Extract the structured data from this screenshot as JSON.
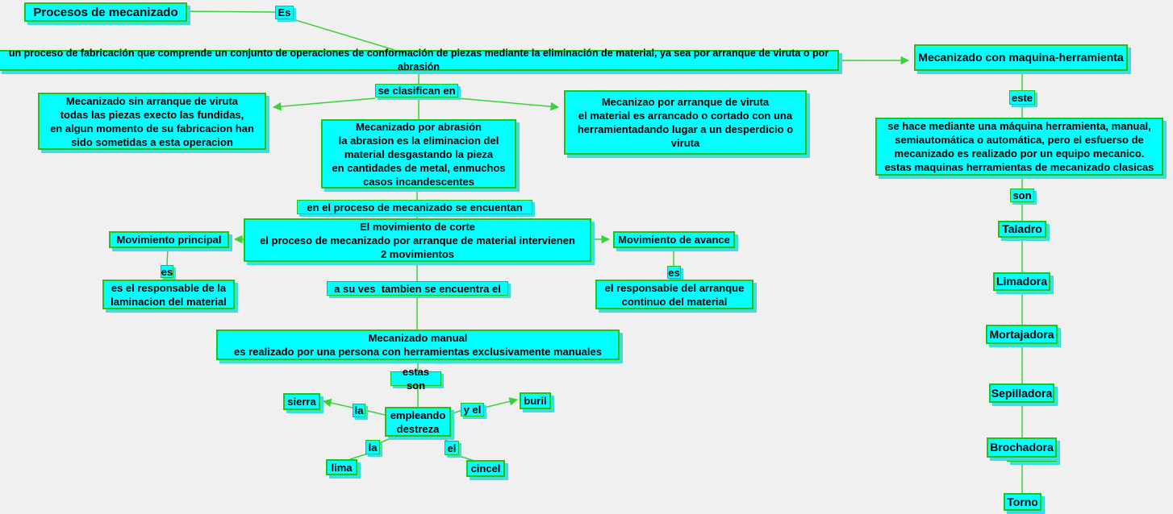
{
  "map": {
    "title": "Procesos de mecanizado",
    "link_es": "Es",
    "definition": "un proceso de fabricación que comprende un conjunto de operaciones de conformación de piezas mediante la eliminación de material, ya sea por arranque de viruta o por abrasión",
    "machine_tool": {
      "title": "Mecanizado con maquina-herramienta",
      "link_este": "este",
      "description": "se hace mediante una máquina herramienta, manual,\nsemiautomática o automática, pero el esfuerso de\nmecanizado es realizado por un equipo mecanico.\nestas maquinas herramientas de mecanizado clasicas",
      "link_son": "son",
      "machines": [
        "Taladro",
        "Limadora",
        "Mortajadora",
        "Sepilladora",
        "Brochadora",
        "Torno"
      ]
    },
    "classification": {
      "link": "se clasifican en",
      "sin_arranque": "Mecanizado sin arranque de viruta\ntodas las piezas execto las fundidas,\nen algun momento de su fabricacion han\nsido sometidas a esta operacion",
      "abrasion": "Mecanizado por abrasión\nla abrasion es la eliminacion del\nmaterial desgastando la pieza\nen cantidades de metal, enmuchos\ncasos incandescentes",
      "arranque": "Mecanizao por arranque de viruta\nel material es arrancado o cortado con una\nherramientadando lugar a un desperdicio o\nviruta"
    },
    "movements": {
      "link": "en el proceso de mecanizado se encuentan",
      "corte": "El movimiento de corte\nel proceso de mecanizado por arranque de material intervienen\n2 movimientos",
      "principal": "Movimiento principal",
      "principal_link": "es",
      "principal_desc": "es el responsable de la\nlaminacion del material",
      "avance": "Movimiento de avance",
      "avance_link": "es",
      "avance_desc": "el responsable del arranque\ncontinuo del material"
    },
    "manual": {
      "link": "a su ves  tambien se encuentra el",
      "box": "Mecanizado manual\nes realizado por una persona con herramientas exclusivamente manuales",
      "link_estas": "estas son",
      "empleando": "empleando\ndestreza",
      "la1": "la",
      "sierra": "sierra",
      "yel": "y el",
      "buril": "buril",
      "la2": "la",
      "lima": "lima",
      "el": "el",
      "cincel": "cincel"
    }
  },
  "colors": {
    "node_fill": "#00ffff",
    "node_border": "#1ec41e",
    "connector": "#3bd13b",
    "node_shadow": "#3fdede",
    "background": "#f0f0f0",
    "text": "#000000"
  }
}
